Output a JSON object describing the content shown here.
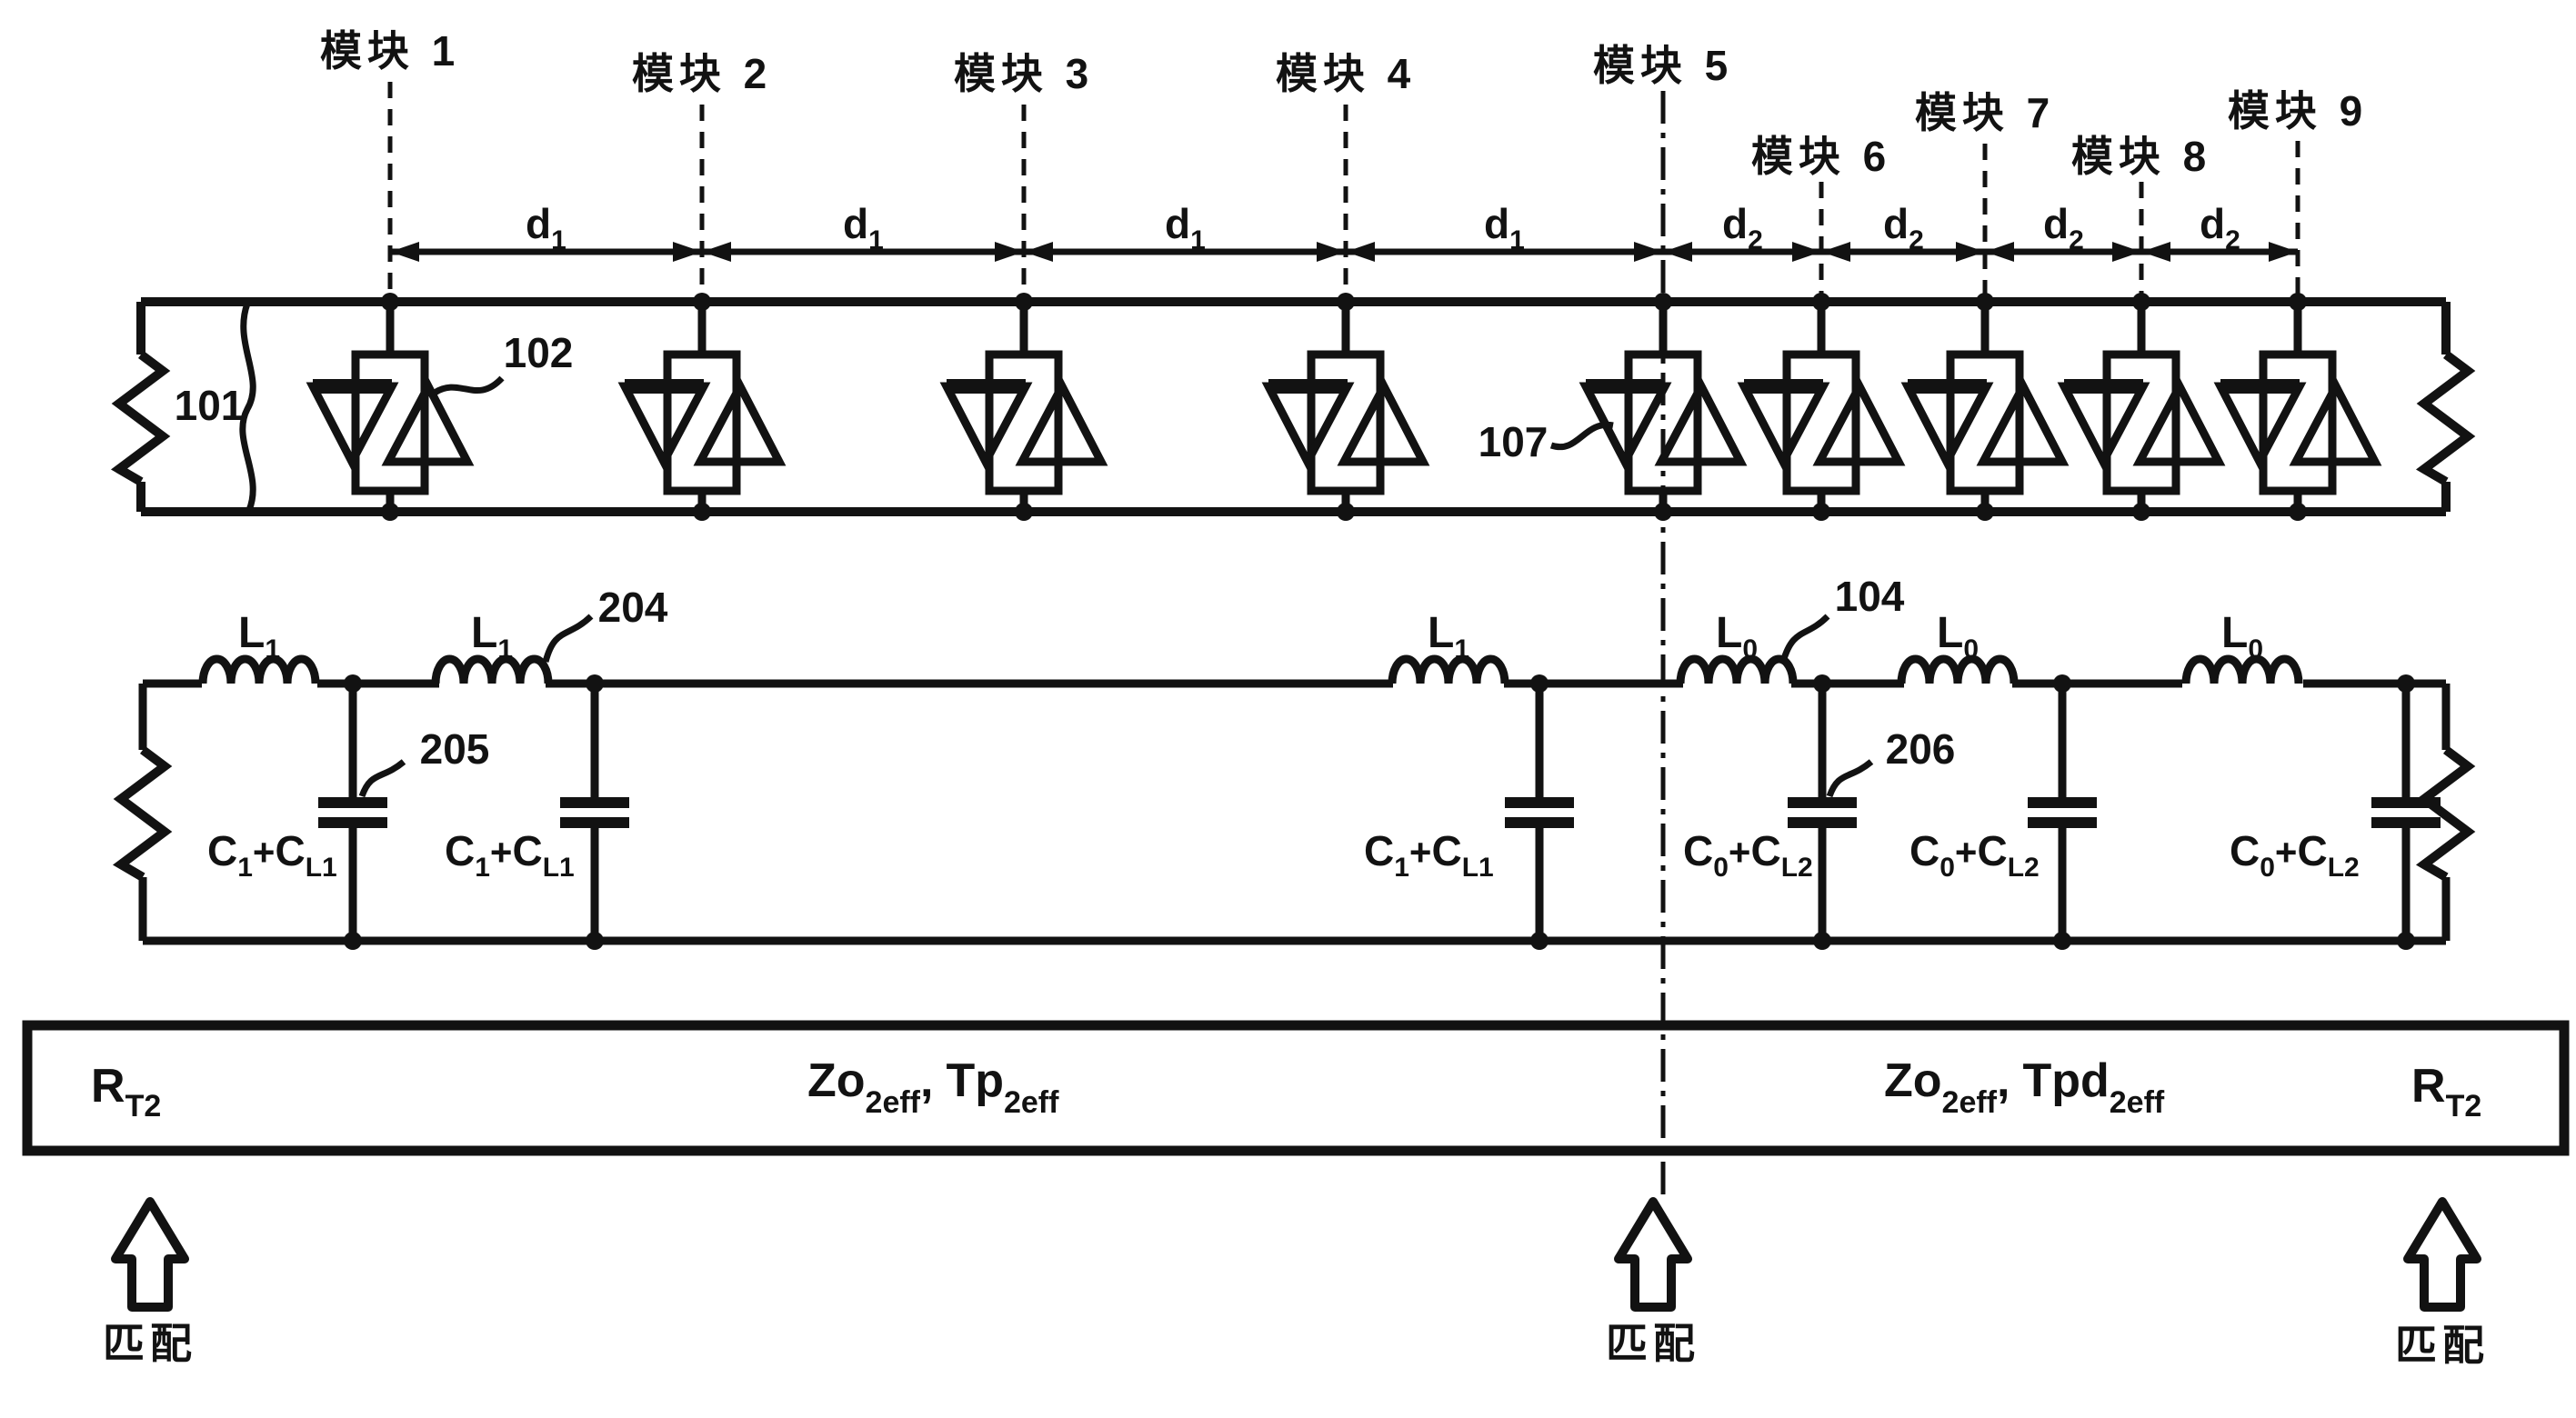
{
  "figure": {
    "modules": [
      {
        "label": "模块 1"
      },
      {
        "label": "模块 2"
      },
      {
        "label": "模块 3"
      },
      {
        "label": "模块 4"
      },
      {
        "label": "模块 5"
      },
      {
        "label": "模块 6"
      },
      {
        "label": "模块 7"
      },
      {
        "label": "模块 8"
      },
      {
        "label": "模块 9"
      }
    ],
    "dim_marks": [
      {
        "base": "d",
        "sub": "1"
      },
      {
        "base": "d",
        "sub": "1"
      },
      {
        "base": "d",
        "sub": "1"
      },
      {
        "base": "d",
        "sub": "1"
      },
      {
        "base": "d",
        "sub": "2"
      },
      {
        "base": "d",
        "sub": "2"
      },
      {
        "base": "d",
        "sub": "2"
      },
      {
        "base": "d",
        "sub": "2"
      }
    ],
    "ref_labels": {
      "bus": "101",
      "device_module1": "102",
      "device_module5": "107",
      "inductor_204": "204",
      "inductor_104": "104",
      "capacitor_205": "205",
      "capacitor_206": "206"
    },
    "inductor_labels": [
      {
        "base": "L",
        "sub": "1"
      },
      {
        "base": "L",
        "sub": "1"
      },
      {
        "base": "L",
        "sub": "1"
      },
      {
        "base": "L",
        "sub": "0"
      },
      {
        "base": "L",
        "sub": "0"
      },
      {
        "base": "L",
        "sub": "0"
      }
    ],
    "capacitor_labels": [
      {
        "base1": "C",
        "sub1": "1",
        "op": "+",
        "base2": "C",
        "sub2": "L1"
      },
      {
        "base1": "C",
        "sub1": "1",
        "op": "+",
        "base2": "C",
        "sub2": "L1"
      },
      {
        "base1": "C",
        "sub1": "1",
        "op": "+",
        "base2": "C",
        "sub2": "L1"
      },
      {
        "base1": "C",
        "sub1": "0",
        "op": "+",
        "base2": "C",
        "sub2": "L2"
      },
      {
        "base1": "C",
        "sub1": "0",
        "op": "+",
        "base2": "C",
        "sub2": "L2"
      },
      {
        "base1": "C",
        "sub1": "0",
        "op": "+",
        "base2": "C",
        "sub2": "L2"
      }
    ],
    "termination_bar": {
      "left_terminator": {
        "base": "R",
        "sub": "T2"
      },
      "left_line": {
        "z_base": "Zo",
        "z_sub": "2eff",
        "separator": ",",
        "t_base": "Tp",
        "t_sub": "2eff"
      },
      "right_line": {
        "z_base": "Zo",
        "z_sub": "2eff",
        "separator": ",",
        "t_base": "Tpd",
        "t_sub": "2eff"
      },
      "right_terminator": {
        "base": "R",
        "sub": "T2"
      }
    },
    "match_arrows": [
      {
        "label": "匹配"
      },
      {
        "label": "匹配"
      },
      {
        "label": "匹配"
      }
    ]
  }
}
